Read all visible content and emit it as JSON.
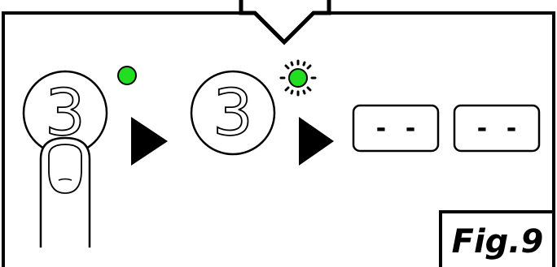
{
  "figure": {
    "label": "Fig.9"
  },
  "buttons": [
    {
      "number": "3",
      "led_state": "on",
      "pressed": true
    },
    {
      "number": "3",
      "led_state": "blinking",
      "pressed": false
    }
  ],
  "displays": [
    {
      "value": "- -"
    },
    {
      "value": "- -"
    }
  ],
  "colors": {
    "led": "#22dd22",
    "line": "#000000",
    "background": "#ffffff"
  },
  "icons": [
    "down-arrow-icon",
    "finger-press-icon",
    "led-icon",
    "led-blinking-icon",
    "play-arrow-icon"
  ]
}
